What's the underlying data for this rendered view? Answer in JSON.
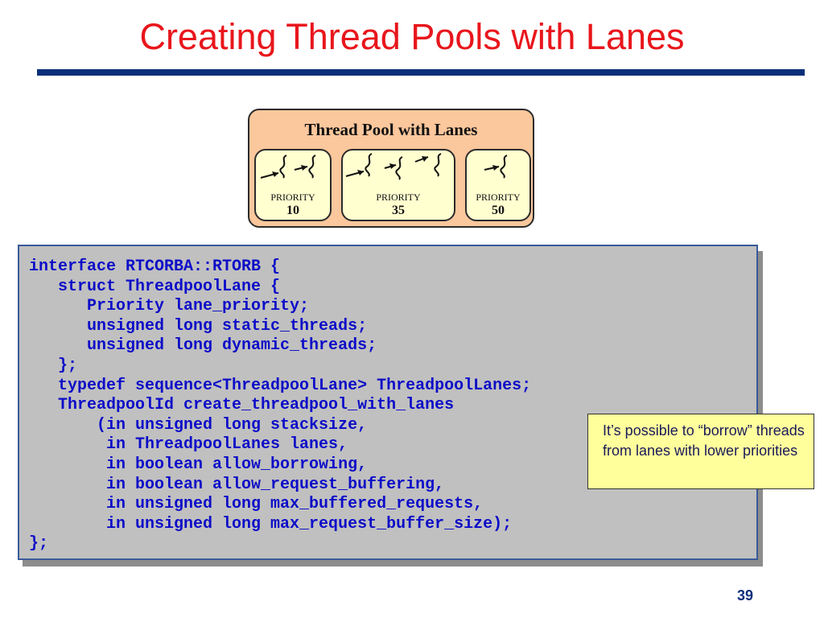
{
  "slide": {
    "title": "Creating Thread Pools with Lanes",
    "page_number": "39"
  },
  "diagram": {
    "pool_title": "Thread Pool with Lanes",
    "lanes": [
      {
        "priority_label": "PRIORITY",
        "priority_value": "10",
        "thread_count": 2
      },
      {
        "priority_label": "PRIORITY",
        "priority_value": "35",
        "thread_count": 3
      },
      {
        "priority_label": "PRIORITY",
        "priority_value": "50",
        "thread_count": 1
      }
    ]
  },
  "code": {
    "lines": [
      "interface RTCORBA::RTORB {",
      "   struct ThreadpoolLane {",
      "      Priority lane_priority;",
      "      unsigned long static_threads;",
      "      unsigned long dynamic_threads;",
      "   };",
      "   typedef sequence<ThreadpoolLane> ThreadpoolLanes;",
      "   ThreadpoolId create_threadpool_with_lanes",
      "       (in unsigned long stacksize,",
      "        in ThreadpoolLanes lanes,",
      "        in boolean allow_borrowing,",
      "        in boolean allow_request_buffering,",
      "        in unsigned long max_buffered_requests,",
      "        in unsigned long max_request_buffer_size);",
      "};"
    ]
  },
  "callout": {
    "text": "It’s possible to “borrow” threads from lanes with lower priorities"
  },
  "colors": {
    "title": "#e8161c",
    "rule": "#0a2f7a",
    "code_text": "#0c0cc8",
    "pool_fill": "#fbc79c",
    "lane_fill": "#ffffd0",
    "callout_fill": "#ffff9c"
  }
}
